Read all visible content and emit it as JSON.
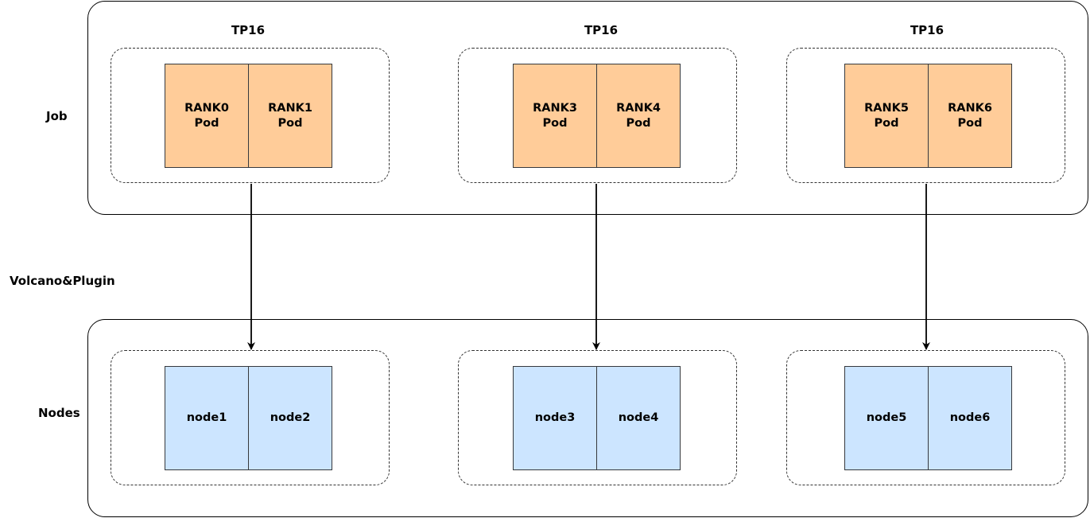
{
  "rows": {
    "job_label": "Job",
    "middle_label": "Volcano&Plugin",
    "nodes_label": "Nodes"
  },
  "groups": [
    {
      "title": "TP16",
      "pods": [
        {
          "rank": "RANK0",
          "type": "Pod"
        },
        {
          "rank": "RANK1",
          "type": "Pod"
        }
      ],
      "nodes": [
        "node1",
        "node2"
      ]
    },
    {
      "title": "TP16",
      "pods": [
        {
          "rank": "RANK3",
          "type": "Pod"
        },
        {
          "rank": "RANK4",
          "type": "Pod"
        }
      ],
      "nodes": [
        "node3",
        "node4"
      ]
    },
    {
      "title": "TP16",
      "pods": [
        {
          "rank": "RANK5",
          "type": "Pod"
        },
        {
          "rank": "RANK6",
          "type": "Pod"
        }
      ],
      "nodes": [
        "node5",
        "node6"
      ]
    }
  ],
  "colors": {
    "pod_fill": "#ffcc99",
    "node_fill": "#cce5ff",
    "stroke": "#000000"
  }
}
